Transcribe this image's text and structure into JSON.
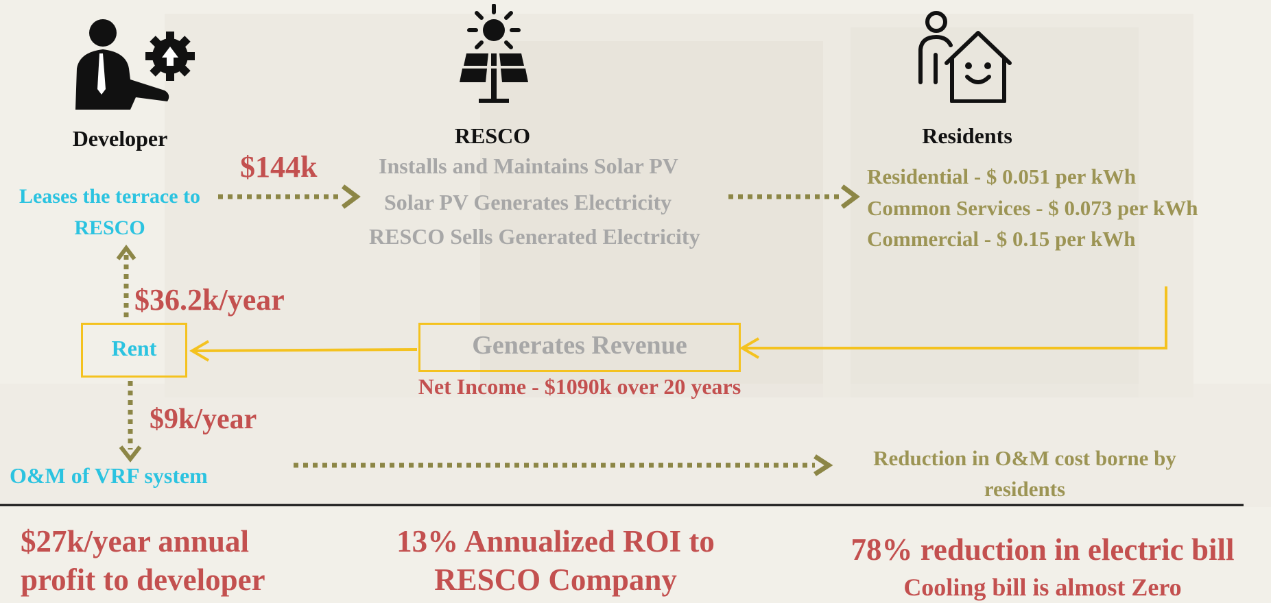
{
  "actors": {
    "developer": {
      "label": "Developer",
      "icon": "businessman-gear-icon"
    },
    "resco": {
      "label": "RESCO",
      "icon": "solar-panel-sun-icon"
    },
    "residents": {
      "label": "Residents",
      "icon": "person-home-icon"
    }
  },
  "flows": {
    "lease_amount": "$144k",
    "lease_text": "Leases the terrace to RESCO",
    "resco_steps": [
      "Installs and Maintains Solar PV",
      "Solar PV Generates Electricity",
      "RESCO Sells Generated Electricity"
    ],
    "tariffs": [
      "Residential - $ 0.051 per kWh",
      "Common Services - $ 0.073 per kWh",
      "Commercial - $ 0.15 per kWh"
    ],
    "rent_label": "Rent",
    "rent_up_amount": "$36.2k/year",
    "rent_down_amount": "$9k/year",
    "revenue_label": "Generates Revenue",
    "net_income": "Net Income - $1090k over 20 years",
    "om_label": "O&M of VRF system",
    "om_reduction": "Reduction in O&M cost borne by residents"
  },
  "summary": {
    "developer_profit": "$27k/year annual profit to developer",
    "resco_roi": "13% Annualized ROI to RESCO Company",
    "bill_reduction": "78% reduction in electric bill",
    "cooling_note": "Cooling bill is almost Zero"
  },
  "colors": {
    "accent_red": "#c3504f",
    "accent_cyan": "#2bc3e0",
    "accent_olive": "#9c9454",
    "accent_gray": "#a7a7a7",
    "box_yellow": "#f4c21f",
    "dotted_arrow": "#8c8646"
  }
}
